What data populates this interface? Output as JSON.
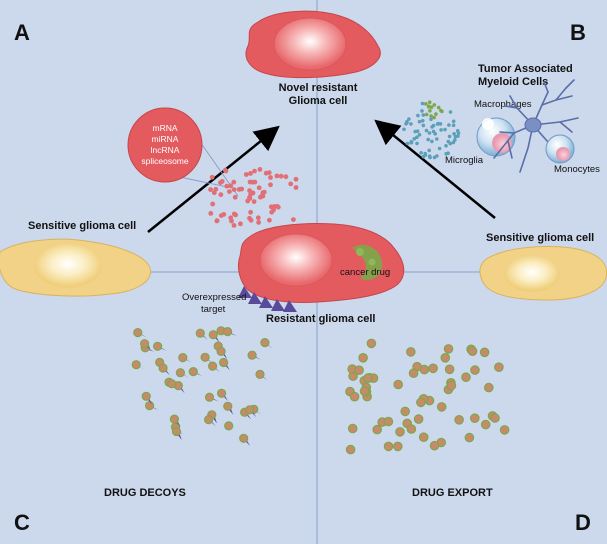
{
  "quadrants": {
    "a": "A",
    "b": "B",
    "c": "C",
    "d": "D"
  },
  "novel_cell": {
    "line1": "Novel resistant",
    "line2": "Glioma cell"
  },
  "sensitive_left": "Sensitive glioma cell",
  "sensitive_right": "Sensitive glioma cell",
  "resistant_cell": "Resistant glioma cell",
  "cancer_drug": "cancer drug",
  "overexpressed": {
    "line1": "Overexpressed",
    "line2": "target"
  },
  "rna_bubble": {
    "items": [
      "mRNA",
      "miRNA",
      "lncRNA",
      "spliceosome"
    ]
  },
  "tam": {
    "line1": "Tumor Associated",
    "line2": "Myeloid Cells"
  },
  "macrophages": "Macrophages",
  "microglia": "Microglia",
  "monocytes": "Monocytes",
  "drug_decoys": "DRUG DECOYS",
  "drug_export": "DRUG EXPORT",
  "colors": {
    "background": "#ccd8ec",
    "grid_line": "#8aa0c8",
    "glioma_red": "#e45b5f",
    "nucleus": "#f08c8e",
    "sensitive_cell": "#f1d287",
    "vesicle": "#e07075",
    "microglia_dots": "#5aa0b8",
    "drug_green": "#7aa84a",
    "decoy_purple": "#5a4a9a"
  }
}
